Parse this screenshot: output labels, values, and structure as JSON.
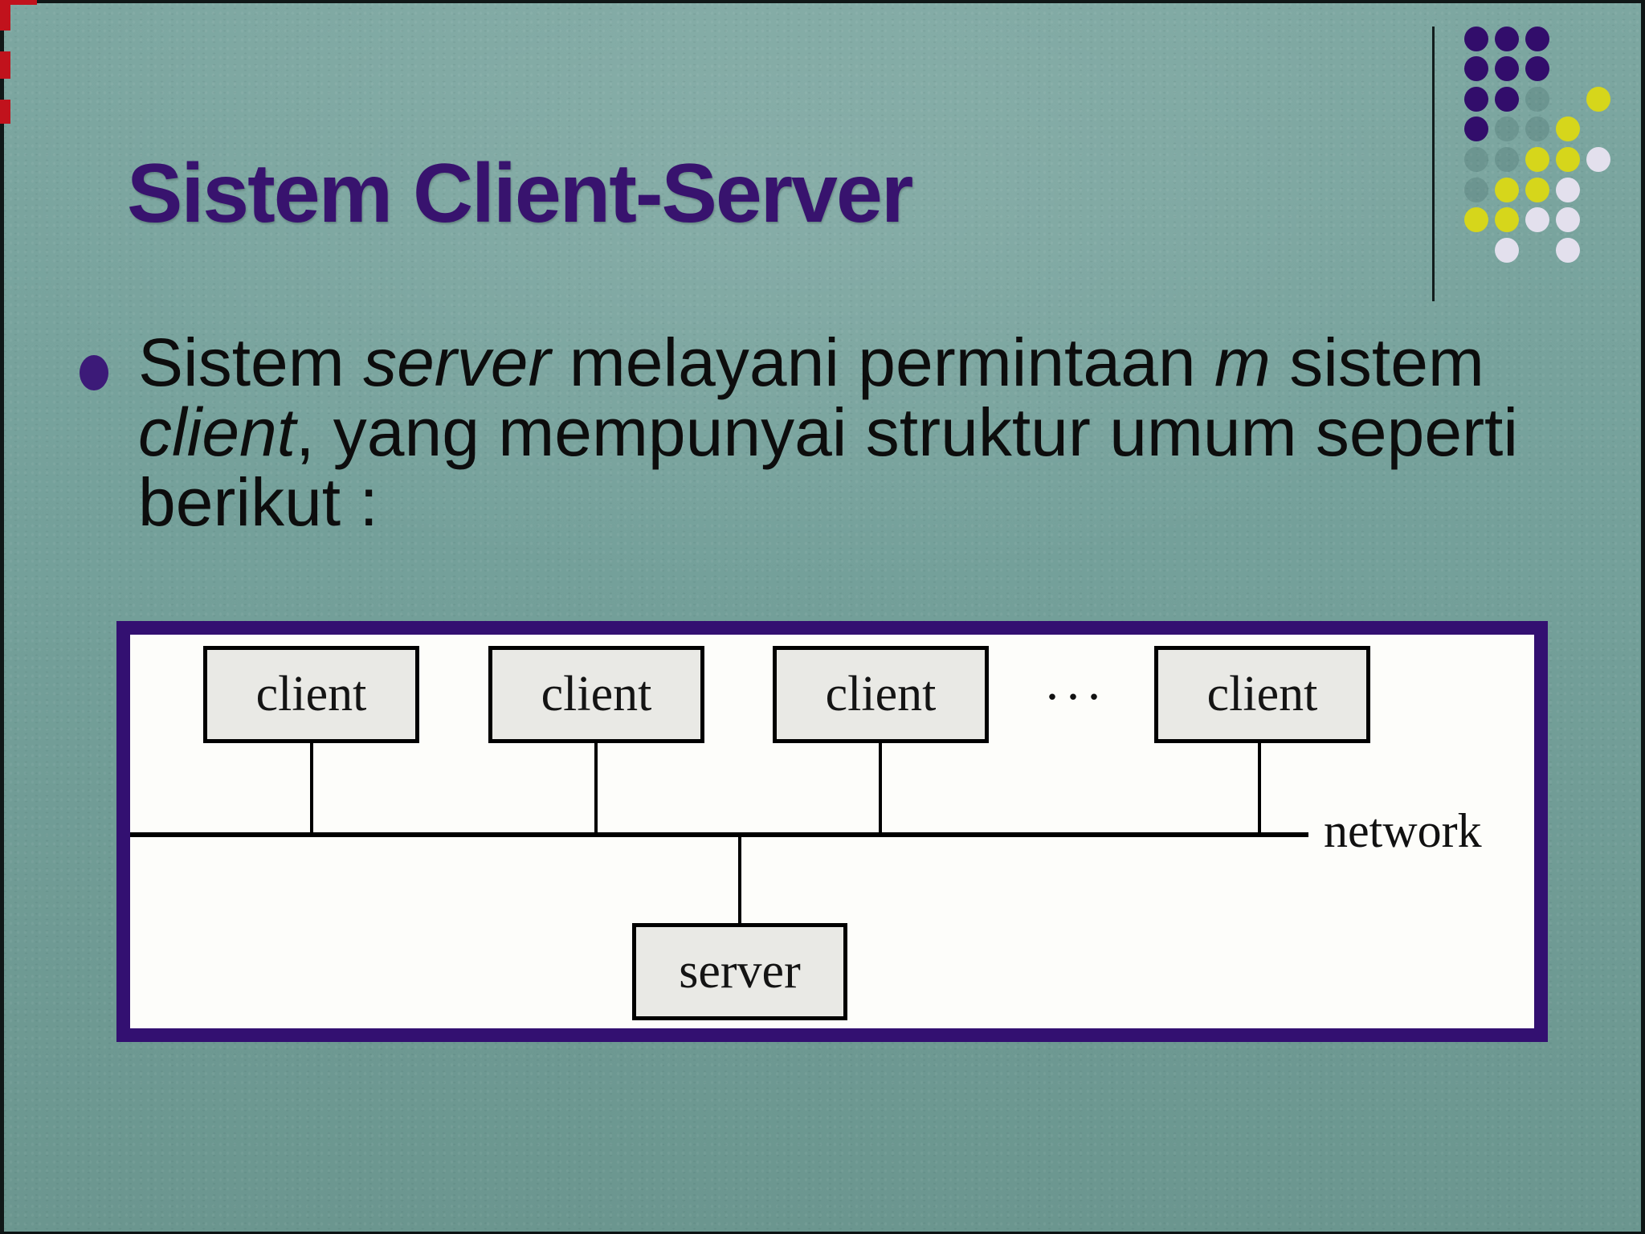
{
  "palette": {
    "background_teal": "#74a09b",
    "title_purple": "#38136e",
    "frame_purple": "#331071",
    "text_black": "#0d0d0d",
    "box_fill": "#e9e9e5",
    "box_border": "#000000",
    "dot_purple": "#320d6b",
    "dot_yellow": "#d6d61b",
    "dot_white": "#e3e0ed",
    "edge_red": "#c1121c"
  },
  "title": "Sistem Client-Server",
  "bullet": {
    "lines": [
      [
        {
          "t": "Sistem "
        },
        {
          "t": "server",
          "i": true
        },
        {
          "t": " melayani permintaan "
        },
        {
          "t": "m",
          "i": true
        },
        {
          "t": " sistem"
        }
      ],
      [
        {
          "t": "client",
          "i": true
        },
        {
          "t": ", yang mempunyai struktur umum seperti"
        }
      ],
      [
        {
          "t": "berikut :"
        }
      ]
    ]
  },
  "diagram": {
    "clients": [
      "client",
      "client",
      "client",
      "client"
    ],
    "ellipsis": "...",
    "server": "server",
    "network": "network"
  },
  "decoration": {
    "dots": [
      {
        "c": 0,
        "r": 0,
        "k": "purple"
      },
      {
        "c": 1,
        "r": 0,
        "k": "purple"
      },
      {
        "c": 2,
        "r": 0,
        "k": "purple"
      },
      {
        "c": 0,
        "r": 1,
        "k": "purple"
      },
      {
        "c": 1,
        "r": 1,
        "k": "purple"
      },
      {
        "c": 2,
        "r": 1,
        "k": "purple"
      },
      {
        "c": 0,
        "r": 2,
        "k": "purple"
      },
      {
        "c": 1,
        "r": 2,
        "k": "purple"
      },
      {
        "c": 2,
        "r": 2,
        "k": "ghost"
      },
      {
        "c": 4,
        "r": 2,
        "k": "yellow"
      },
      {
        "c": 0,
        "r": 3,
        "k": "purple"
      },
      {
        "c": 1,
        "r": 3,
        "k": "ghost"
      },
      {
        "c": 2,
        "r": 3,
        "k": "ghost"
      },
      {
        "c": 3,
        "r": 3,
        "k": "yellow"
      },
      {
        "c": 0,
        "r": 4,
        "k": "ghost"
      },
      {
        "c": 1,
        "r": 4,
        "k": "ghost"
      },
      {
        "c": 2,
        "r": 4,
        "k": "yellow"
      },
      {
        "c": 3,
        "r": 4,
        "k": "yellow"
      },
      {
        "c": 4,
        "r": 4,
        "k": "white"
      },
      {
        "c": 0,
        "r": 5,
        "k": "ghost"
      },
      {
        "c": 1,
        "r": 5,
        "k": "yellow"
      },
      {
        "c": 2,
        "r": 5,
        "k": "yellow"
      },
      {
        "c": 3,
        "r": 5,
        "k": "white"
      },
      {
        "c": 0,
        "r": 6,
        "k": "yellow"
      },
      {
        "c": 1,
        "r": 6,
        "k": "yellow"
      },
      {
        "c": 2,
        "r": 6,
        "k": "white"
      },
      {
        "c": 3,
        "r": 6,
        "k": "white"
      },
      {
        "c": 1,
        "r": 7,
        "k": "white"
      },
      {
        "c": 3,
        "r": 7,
        "k": "white"
      }
    ]
  }
}
